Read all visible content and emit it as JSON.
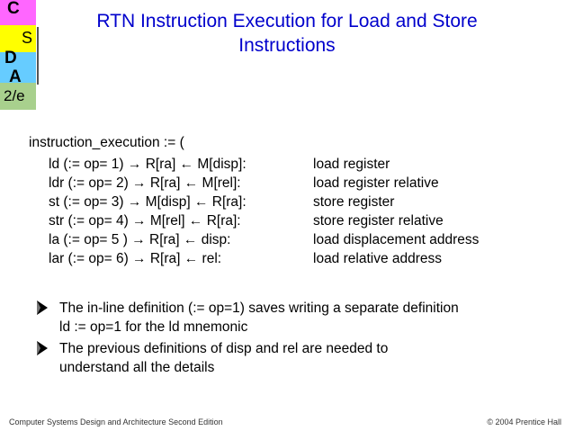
{
  "logo": {
    "letters": [
      "C",
      "S",
      "D",
      "A",
      "2/e"
    ]
  },
  "title": {
    "line1": "RTN Instruction Execution for Load and Store",
    "line2": "Instructions"
  },
  "rtn": {
    "header": "instruction_execution := (",
    "rows": [
      {
        "def": "ld (:= op= 1) → R[ra] ← M[disp]:",
        "comment": "load register"
      },
      {
        "def": "ldr (:= op= 2) → R[ra] ← M[rel]:",
        "comment": "load register relative"
      },
      {
        "def": "st (:= op= 3) → M[disp] ← R[ra]:",
        "comment": "store register"
      },
      {
        "def": "str (:= op= 4) → M[rel] ← R[ra]:",
        "comment": "store register relative"
      },
      {
        "def": "la (:= op= 5 ) → R[ra] ← disp:",
        "comment": "load displacement address"
      },
      {
        "def": "lar (:= op= 6) → R[ra] ← rel:",
        "comment": "load relative address"
      }
    ]
  },
  "bullets": [
    {
      "line1": "The in-line definition (:= op=1) saves writing a separate definition",
      "line2": "ld := op=1  for the ld mnemonic"
    },
    {
      "line1": "The previous definitions of disp and rel are needed to",
      "line2": "understand all the details"
    }
  ],
  "footer": {
    "left": "Computer Systems Design and Architecture Second Edition",
    "right": "© 2004 Prentice Hall"
  },
  "colors": {
    "title": "#0000cc",
    "logo_magenta": "#ff66ff",
    "logo_yellow": "#ffff00",
    "logo_cyan": "#66ccff",
    "logo_green": "#a8d08d"
  }
}
